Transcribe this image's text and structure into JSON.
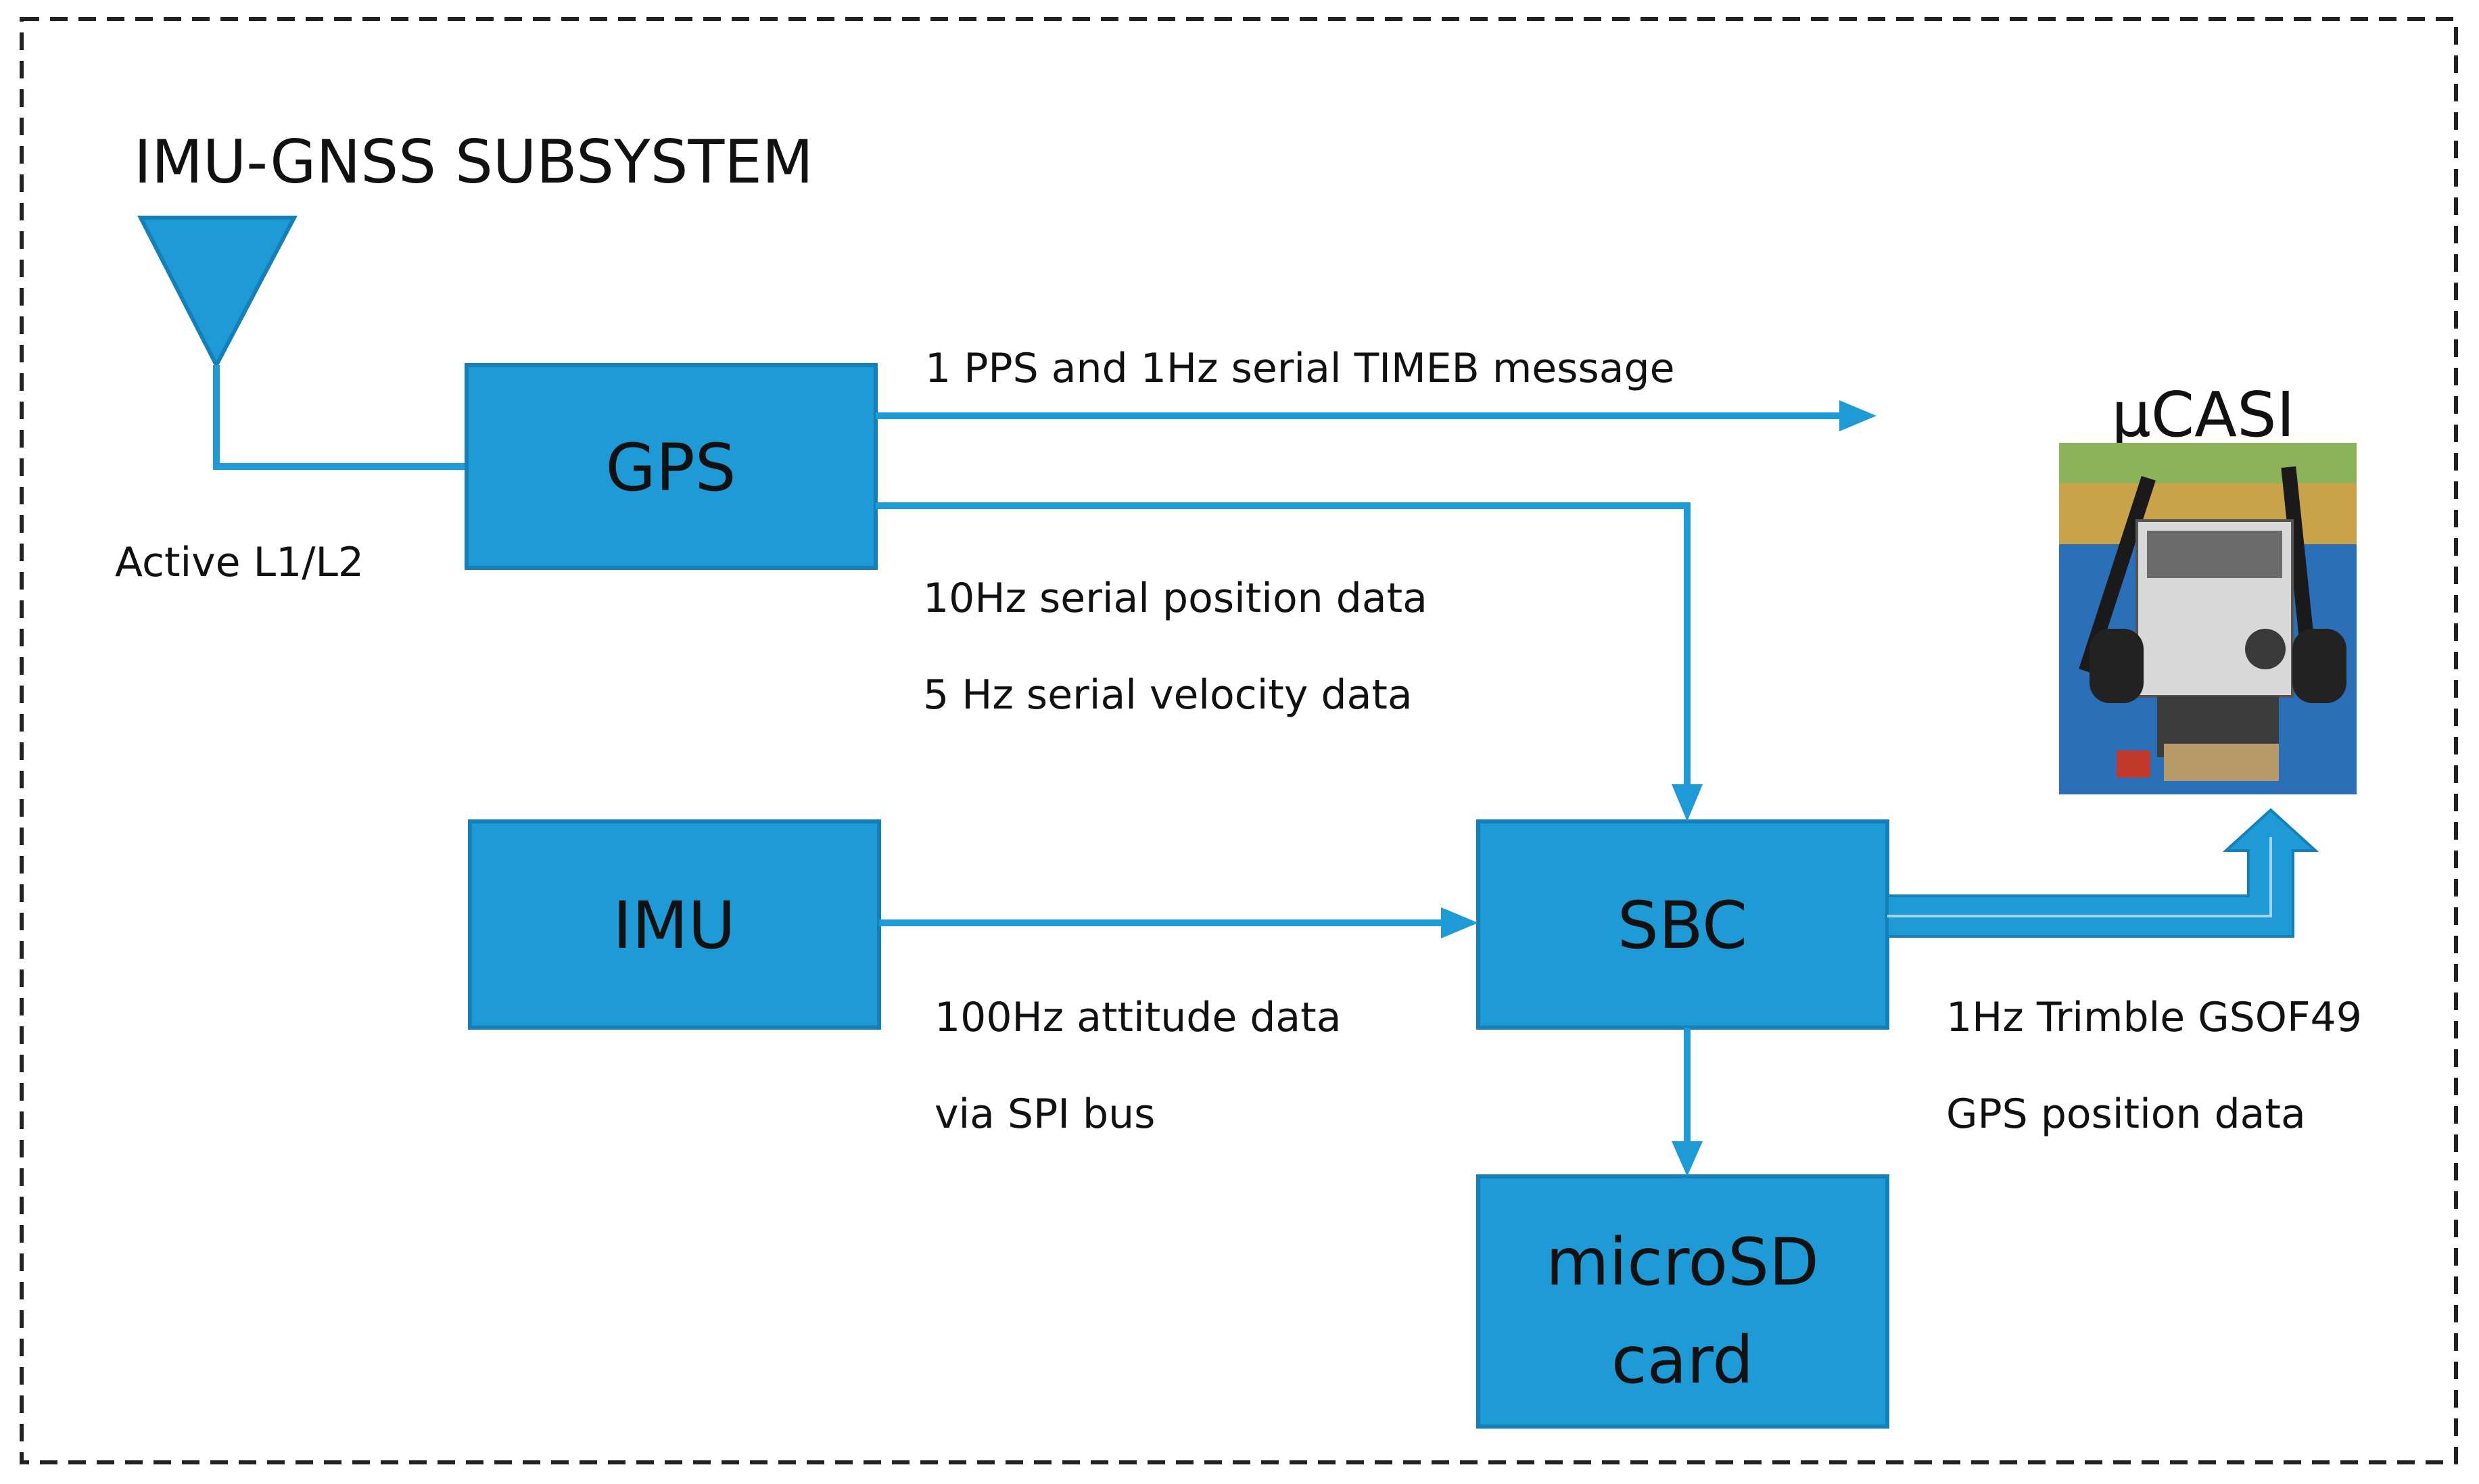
{
  "title": "IMU-GNSS SUBSYSTEM",
  "antenna_label": "Active L1/L2",
  "blocks": {
    "gps": "GPS",
    "imu": "IMU",
    "sbc": "SBC",
    "microsd_line1": "microSD",
    "microsd_line2": "card"
  },
  "payload_label": "µCASI",
  "annotations": {
    "pps_timeb": "1 PPS and 1Hz serial TIMEB message",
    "pos_data": "10Hz serial position data",
    "vel_data": "5 Hz serial velocity data",
    "attitude_1": "100Hz attitude data",
    "attitude_2": "via SPI bus",
    "gsof_1": "1Hz  Trimble  GSOF49",
    "gsof_2": "GPS position data"
  },
  "colors": {
    "block_fill": "#1e9ad6",
    "connector": "#1e9ad6",
    "border_dash": "#222222"
  }
}
